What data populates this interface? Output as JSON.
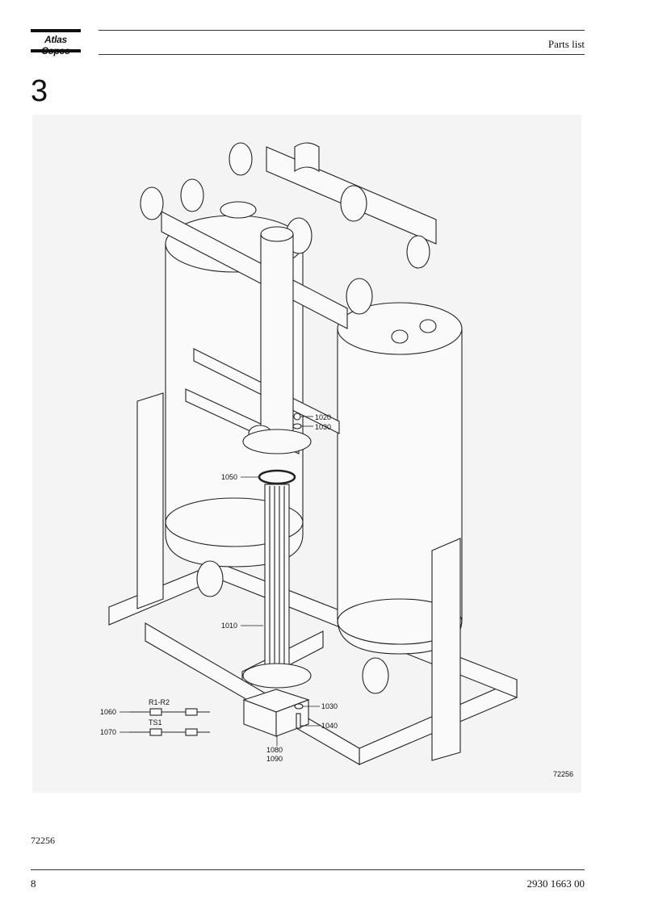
{
  "header": {
    "logo_text": "Atlas Copco",
    "title": "Parts list"
  },
  "section": {
    "number": "3"
  },
  "figure": {
    "drawing_id": "72256",
    "callouts": {
      "c1020": "1020",
      "c1030_top": "1030",
      "c1050": "1050",
      "c1010": "1010",
      "c1060": "1060",
      "c1070": "1070",
      "c1030_bottom": "1030",
      "c1040": "1040",
      "c1080": "1080",
      "c1090": "1090",
      "r1r2": "R1-R2",
      "ts1": "TS1"
    }
  },
  "caption": {
    "image_id": "72256"
  },
  "footer": {
    "page_number": "8",
    "doc_number": "2930 1663 00"
  }
}
